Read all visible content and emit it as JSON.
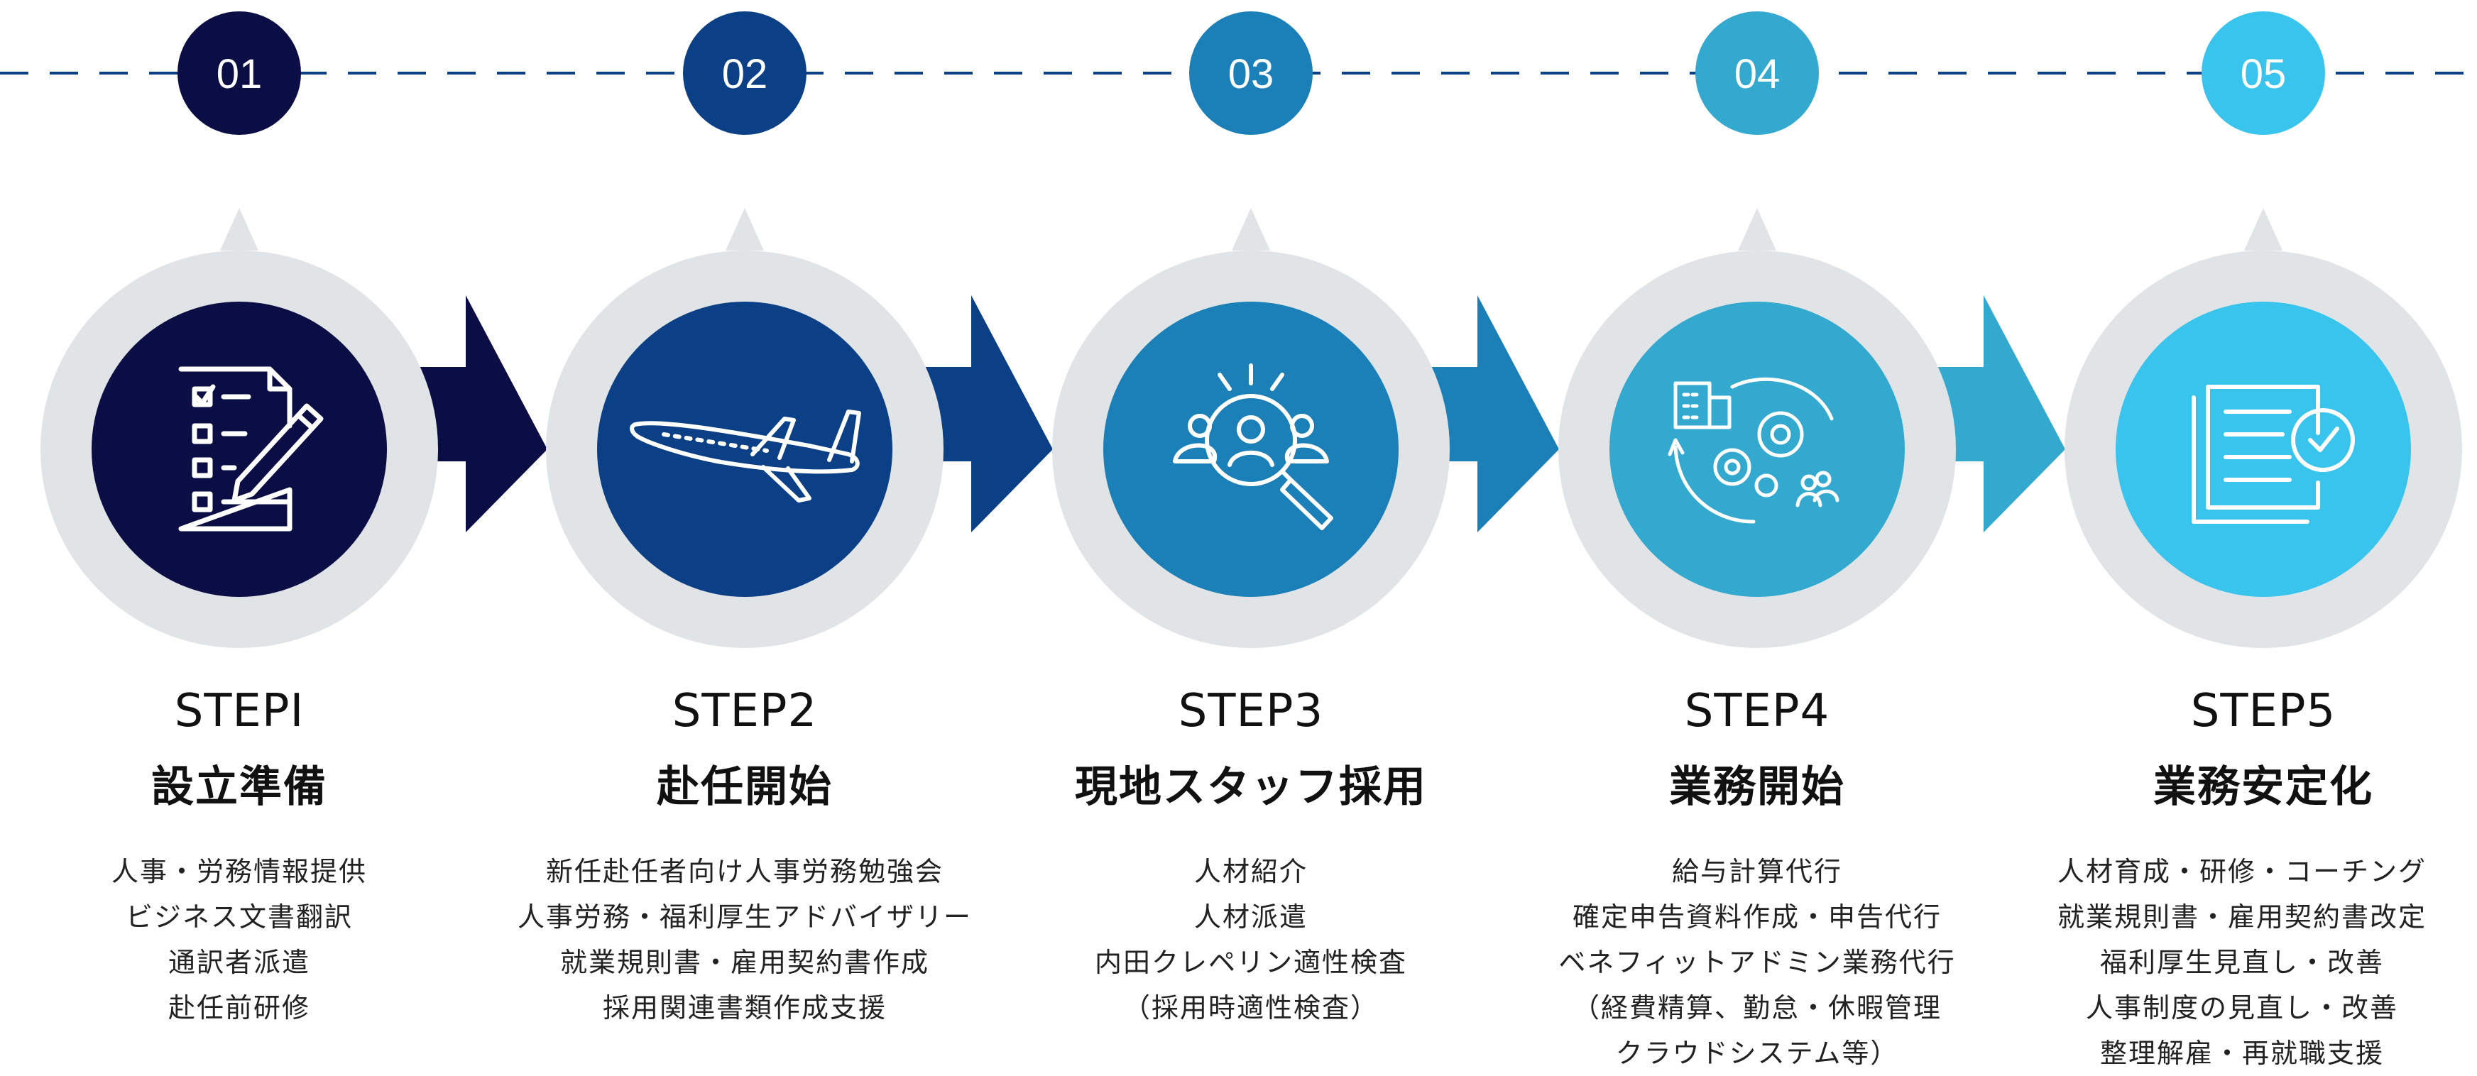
{
  "steps": [
    {
      "number": "01",
      "color": "#0b0d45",
      "icon": "checklist-icon",
      "title": "STEPⅠ",
      "subtitle": "設立準備",
      "items": [
        "人事・労務情報提供",
        "ビジネス文書翻訳",
        "通訳者派遣",
        "赴任前研修"
      ]
    },
    {
      "number": "02",
      "color": "#0b3f86",
      "icon": "airplane-icon",
      "title": "STEP2",
      "subtitle": "赴任開始",
      "items": [
        "新任赴任者向け人事労務勉強会",
        "人事労務・福利厚生アドバイザリー",
        "就業規則書・雇用契約書作成",
        "採用関連書類作成支援"
      ]
    },
    {
      "number": "03",
      "color": "#1b80b8",
      "icon": "talent-search-icon",
      "title": "STEP3",
      "subtitle": "現地スタッフ採用",
      "items": [
        "人材紹介",
        "人材派遣",
        "内田クレペリン適性検査",
        "（採用時適性検査）"
      ]
    },
    {
      "number": "04",
      "color": "#33a9d0",
      "icon": "business-gears-icon",
      "title": "STEP4",
      "subtitle": "業務開始",
      "items": [
        "給与計算代行",
        "確定申告資料作成・申告代行",
        "ベネフィットアドミン業務代行",
        "（経費精算、勤怠・休暇管理",
        "クラウドシステム等）"
      ]
    },
    {
      "number": "05",
      "color": "#38c4ec",
      "icon": "approved-document-icon",
      "title": "STEP5",
      "subtitle": "業務安定化",
      "items": [
        "人材育成・研修・コーチング",
        "就業規則書・雇用契約書改定",
        "福利厚生見直し・改善",
        "人事制度の見直し・改善",
        "整理解雇・再就職支援"
      ]
    }
  ],
  "timeline_color": "#0b3f86",
  "ring_color": "#e1e4e6"
}
